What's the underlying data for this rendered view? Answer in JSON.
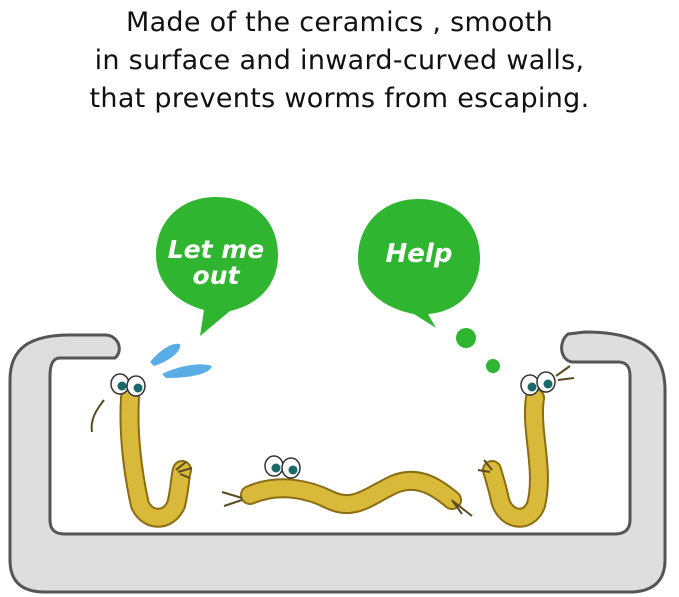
{
  "caption": {
    "line1": "Made of the ceramics , smooth",
    "line2": "in surface and inward-curved walls,",
    "line3": "that prevents worms from escaping."
  },
  "bubbles": {
    "left": {
      "line1": "Let me",
      "line2": "out"
    },
    "right": {
      "line1": "Help"
    }
  },
  "colors": {
    "bubble": "#2fb52f",
    "wall_fill": "#dedede",
    "wall_stroke": "#555555",
    "worm": "#d8b93a",
    "worm_outline": "#8a6d12",
    "water_drop": "#5aaee6"
  },
  "icons": [
    "speech-bubble-icon",
    "thought-bubble-icon",
    "worm-icon",
    "water-drop-icon"
  ]
}
